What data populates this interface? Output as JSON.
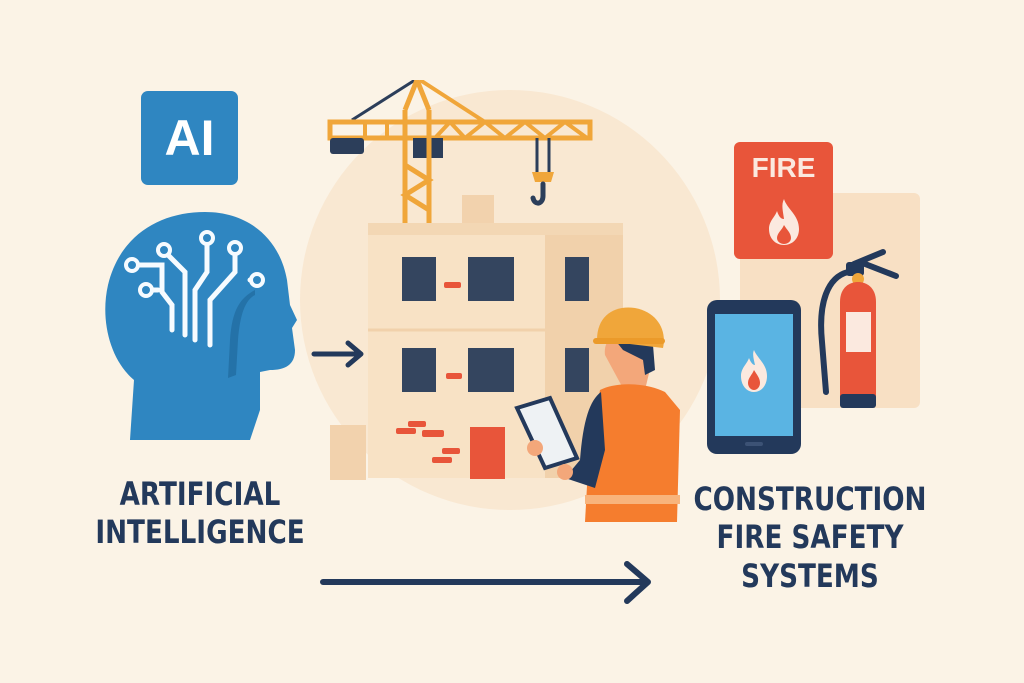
{
  "illustration": {
    "ai_badge": {
      "label": "AI",
      "color": "#2f86c1"
    },
    "left_caption": {
      "line1": "ARTIFICIAL",
      "line2": "INTELLIGENCE"
    },
    "right_caption": {
      "line1": "CONSTRUCTION",
      "line2": "FIRE SAFETY",
      "line3": "SYSTEMS"
    },
    "fire_sign": {
      "label": "FIRE",
      "color": "#e8553a"
    },
    "colors": {
      "background": "#fbf3e6",
      "navy": "#23395b",
      "ai_blue": "#2f86c1",
      "crane_yellow": "#f0a63a",
      "fire_red": "#e8553a",
      "vest_orange": "#f57d2e",
      "building_beige": "#f7dfbf",
      "phone_screen": "#5ab4e3"
    }
  }
}
